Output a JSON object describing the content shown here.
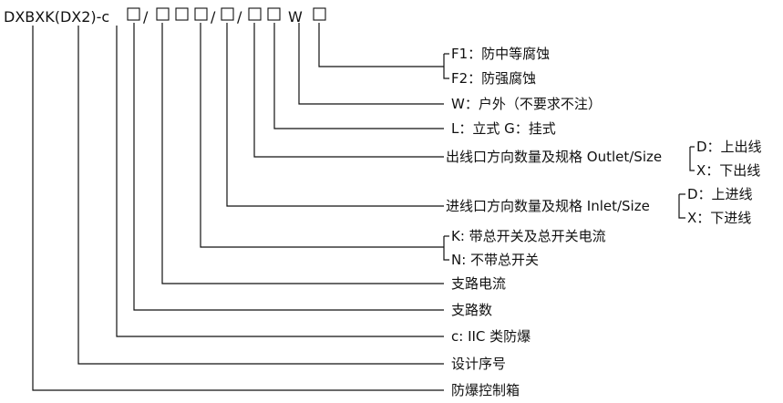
{
  "model_code": {
    "prefix": "DXBXK(DX2)-c",
    "sep1": "/",
    "sep2": "/",
    "sep3": "/",
    "w": "W"
  },
  "explanations": {
    "f1": "F1：防中等腐蚀",
    "f2": "F2：防强腐蚀",
    "w": "W：户外（不要求不注）",
    "install": "L：立式 G：挂式",
    "outlet": "出线口方向数量及规格 Outlet/Size",
    "outlet_d": "D：上出线",
    "outlet_x": "X：下出线",
    "inlet": "进线口方向数量及规格 Inlet/Size",
    "inlet_d": "D：上进线",
    "inlet_x": "X：下进线",
    "k": "K: 带总开关及总开关电流",
    "n": "N: 不带总开关",
    "branch_current": "支路电流",
    "branch_count": "支路数",
    "iic": "c: IIC 类防爆",
    "design_no": "设计序号",
    "product": "防爆控制箱"
  }
}
